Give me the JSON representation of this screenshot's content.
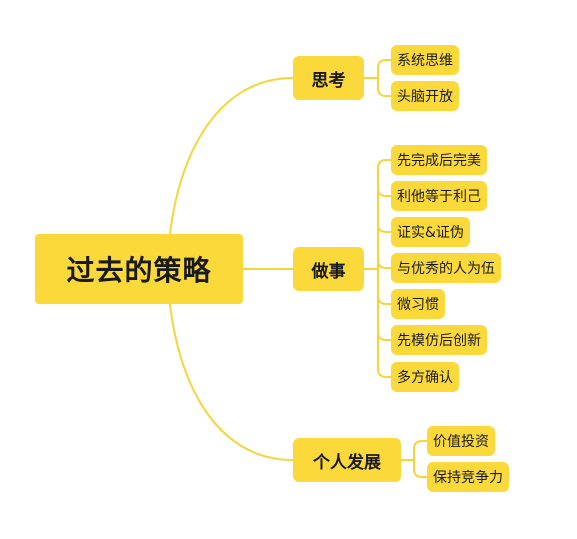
{
  "mindmap": {
    "root": "过去的策略",
    "branches": [
      {
        "label": "思考",
        "items": [
          "系统思维",
          "头脑开放"
        ]
      },
      {
        "label": "做事",
        "items": [
          "先完成后完美",
          "利他等于利己",
          "证实&证伪",
          "与优秀的人为伍",
          "微习惯",
          "先模仿后创新",
          "多方确认"
        ]
      },
      {
        "label": "个人发展",
        "items": [
          "价值投资",
          "保持竞争力"
        ]
      }
    ],
    "colors": {
      "node_fill": "#FBD93B",
      "connector": "#F5D53A",
      "text": "#1a1a1a"
    }
  }
}
